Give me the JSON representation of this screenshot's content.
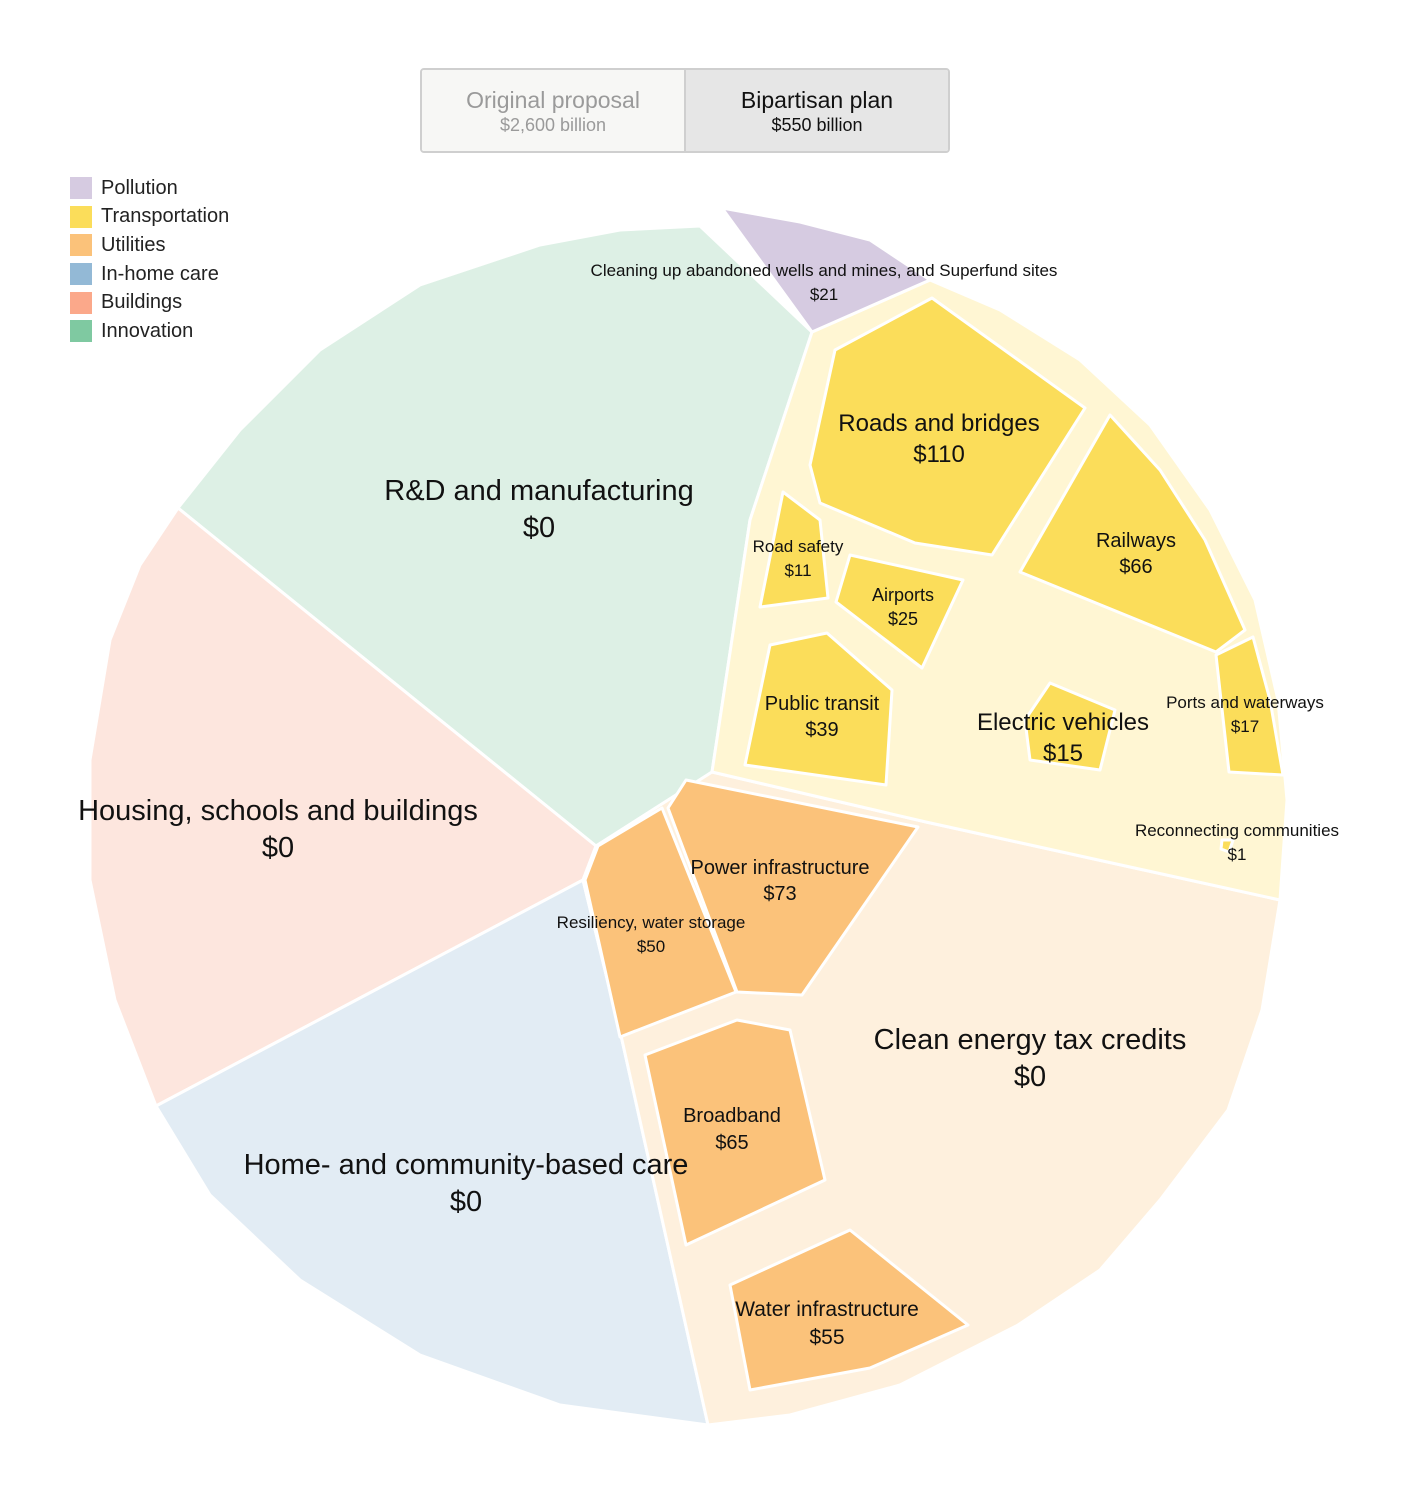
{
  "toggle": {
    "options": [
      {
        "label": "Original proposal",
        "sublabel": "$2,600 billion",
        "active": false
      },
      {
        "label": "Bipartisan plan",
        "sublabel": "$550 billion",
        "active": true
      }
    ]
  },
  "legend": [
    {
      "label": "Pollution",
      "color": "#d6cbe1"
    },
    {
      "label": "Transportation",
      "color": "#fbdd5a"
    },
    {
      "label": "Utilities",
      "color": "#fbc27a"
    },
    {
      "label": "In-home care",
      "color": "#93b9d6"
    },
    {
      "label": "Buildings",
      "color": "#fba88a"
    },
    {
      "label": "Innovation",
      "color": "#7fc9a1"
    }
  ],
  "chart_data": {
    "type": "voronoi-treemap",
    "unit": "$ billion",
    "groups": [
      {
        "name": "Pollution",
        "color": "#d6cbe1",
        "items": [
          {
            "label": "Cleaning up abandoned wells and mines, and Superfund sites",
            "value": "$21"
          }
        ]
      },
      {
        "name": "Transportation",
        "color": "#fbdd5a",
        "items": [
          {
            "label": "Roads and bridges",
            "value": "$110"
          },
          {
            "label": "Railways",
            "value": "$66"
          },
          {
            "label": "Road safety",
            "value": "$11"
          },
          {
            "label": "Airports",
            "value": "$25"
          },
          {
            "label": "Public transit",
            "value": "$39"
          },
          {
            "label": "Electric vehicles",
            "value": "$15"
          },
          {
            "label": "Ports and waterways",
            "value": "$17"
          },
          {
            "label": "Reconnecting communities",
            "value": "$1"
          }
        ]
      },
      {
        "name": "Utilities",
        "color": "#fbc27a",
        "items": [
          {
            "label": "Power infrastructure",
            "value": "$73"
          },
          {
            "label": "Resiliency, water storage",
            "value": "$50"
          },
          {
            "label": "Broadband",
            "value": "$65"
          },
          {
            "label": "Water infrastructure",
            "value": "$55"
          },
          {
            "label": "Clean energy tax credits",
            "value": "$0"
          }
        ]
      },
      {
        "name": "In-home care",
        "color": "#93b9d6",
        "items": [
          {
            "label": "Home- and community-based care",
            "value": "$0"
          }
        ]
      },
      {
        "name": "Buildings",
        "color": "#fba88a",
        "items": [
          {
            "label": "Housing, schools and buildings",
            "value": "$0"
          }
        ]
      },
      {
        "name": "Innovation",
        "color": "#7fc9a1",
        "items": [
          {
            "label": "R&D and manufacturing",
            "value": "$0"
          }
        ]
      }
    ]
  }
}
